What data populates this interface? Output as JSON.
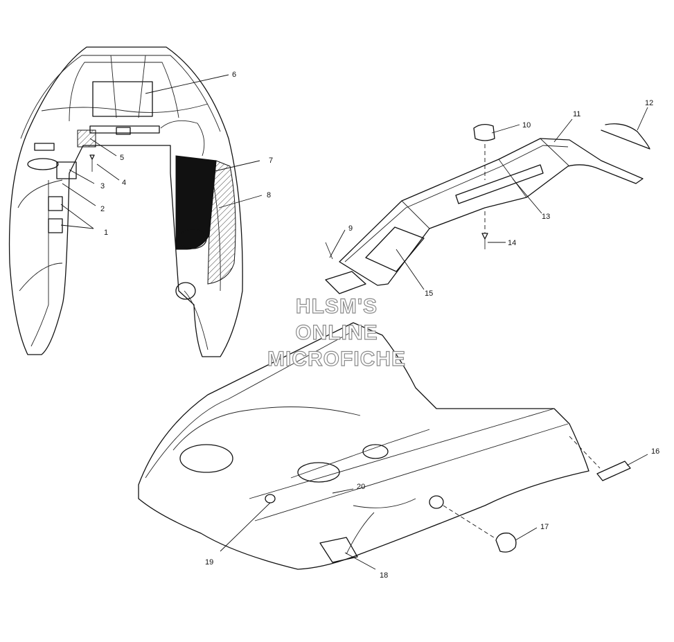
{
  "watermark": {
    "line1": "HLSM'S",
    "line2": "ONLINE",
    "line3": "MICROFICHE"
  },
  "callouts": [
    "1",
    "2",
    "3",
    "4",
    "5",
    "6",
    "7",
    "8",
    "9",
    "10",
    "11",
    "12",
    "13",
    "14",
    "15",
    "16",
    "17",
    "18",
    "19",
    "20"
  ]
}
